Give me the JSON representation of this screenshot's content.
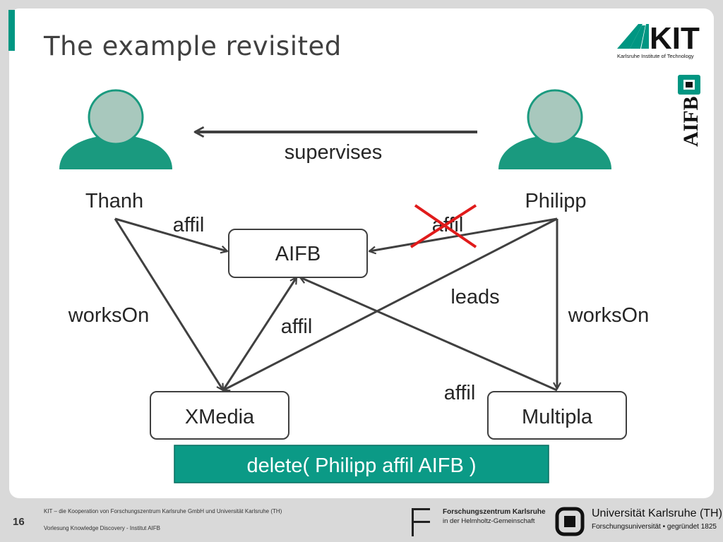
{
  "slide": {
    "title": "The example revisited",
    "page_number": "16"
  },
  "logos": {
    "kit_text": "KIT",
    "kit_subtitle": "Karlsruhe Institute of Technology",
    "aifb_text": "AIFB"
  },
  "diagram": {
    "persons": {
      "thanh": "Thanh",
      "philipp": "Philipp"
    },
    "nodes": {
      "aifb": "AIFB",
      "xmedia": "XMedia",
      "multipla": "Multipla"
    },
    "edge_labels": {
      "supervises": "supervises",
      "thanh_affil": "affil",
      "philipp_affil_deleted": "affil",
      "thanh_workson": "worksOn",
      "xmedia_affil": "affil",
      "leads": "leads",
      "philipp_workson": "worksOn",
      "multipla_affil": "affil"
    },
    "command": "delete( Philipp affil AIFB )"
  },
  "colors": {
    "accent": "#009682",
    "person_body": "#1a9a7f",
    "person_head": "#a8c8bd",
    "delete_cross": "#e01b1b",
    "command_bg": "#0b9a86"
  },
  "footer": {
    "line1": "KIT – die Kooperation von Forschungszentrum Karlsruhe GmbH und Universität Karlsruhe (TH)",
    "line2": "Vorlesung Knowledge Discovery - Institut AIFB",
    "fzk_line1": "Forschungszentrum Karlsruhe",
    "fzk_line2": "in der Helmholtz-Gemeinschaft",
    "uka_line1": "Universität Karlsruhe (TH)",
    "uka_line2": "Forschungsuniversität  •  gegründet 1825"
  }
}
